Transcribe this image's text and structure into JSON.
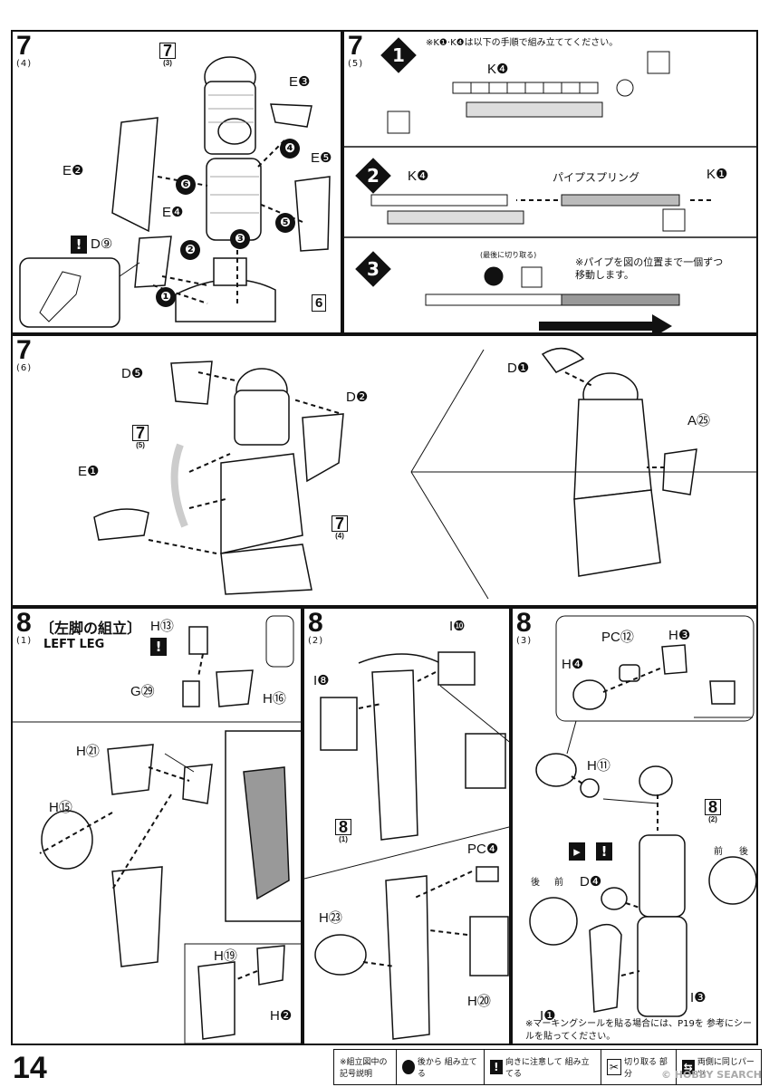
{
  "page": {
    "number": "14",
    "watermark": "© HOBBY SEARCH"
  },
  "panel_7_4": {
    "step": "7",
    "sub": "(4)",
    "ref_step": "7",
    "ref_sub": "(3)",
    "parts": [
      "E❸",
      "E❷",
      "E❺",
      "E❹",
      "D⑨",
      "6"
    ],
    "arrows": [
      "❶",
      "❷",
      "❸",
      "❹",
      "❺",
      "❻"
    ]
  },
  "panel_7_5": {
    "step": "7",
    "sub": "(5)",
    "step1_note": "※K❶·K❹は以下の手順で組み立ててください。",
    "step1_part": "K❹",
    "step2_parts": [
      "K❹",
      "パイプスプリング",
      "K❶"
    ],
    "step3_small": "(最後に切り取る)",
    "step3_note": "※パイプを図の位置まで一個ずつ 移動します。",
    "substeps": [
      "1",
      "2",
      "3"
    ]
  },
  "panel_7_6": {
    "step": "7",
    "sub": "(6)",
    "parts": [
      "D❺",
      "D❷",
      "E❶",
      "D❶",
      "A㉕"
    ],
    "ref_a": {
      "n": "7",
      "s": "(5)"
    },
    "ref_b": {
      "n": "7",
      "s": "(4)"
    }
  },
  "panel_8_1": {
    "step": "8",
    "sub": "(1)",
    "title_jp": "〔左脚の組立〕",
    "title_en": "LEFT LEG",
    "parts": [
      "H⑬",
      "G㉙",
      "H⑯",
      "H㉑",
      "H⑮",
      "H⑲",
      "H❷"
    ]
  },
  "panel_8_2": {
    "step": "8",
    "sub": "(2)",
    "parts": [
      "I❿",
      "I❽",
      "PC❹",
      "H㉓",
      "H⑳"
    ],
    "ref": {
      "n": "8",
      "s": "(1)"
    }
  },
  "panel_8_3": {
    "step": "8",
    "sub": "(3)",
    "parts": [
      "PC⑫",
      "H❸",
      "H❹",
      "H⑪",
      "D❹",
      "I❶",
      "I❸"
    ],
    "ref": {
      "n": "8",
      "s": "(2)"
    },
    "front": "前",
    "back": "後",
    "note": "※マーキングシールを貼る場合には、P19を 参考にシールを貼ってください。"
  },
  "legend": {
    "title": "※組立図中の 記号説明",
    "items": [
      "後から 組み立てる",
      "向きに注意して 組み立てる",
      "切り取る 部分",
      "両側に同じパーツ"
    ]
  }
}
